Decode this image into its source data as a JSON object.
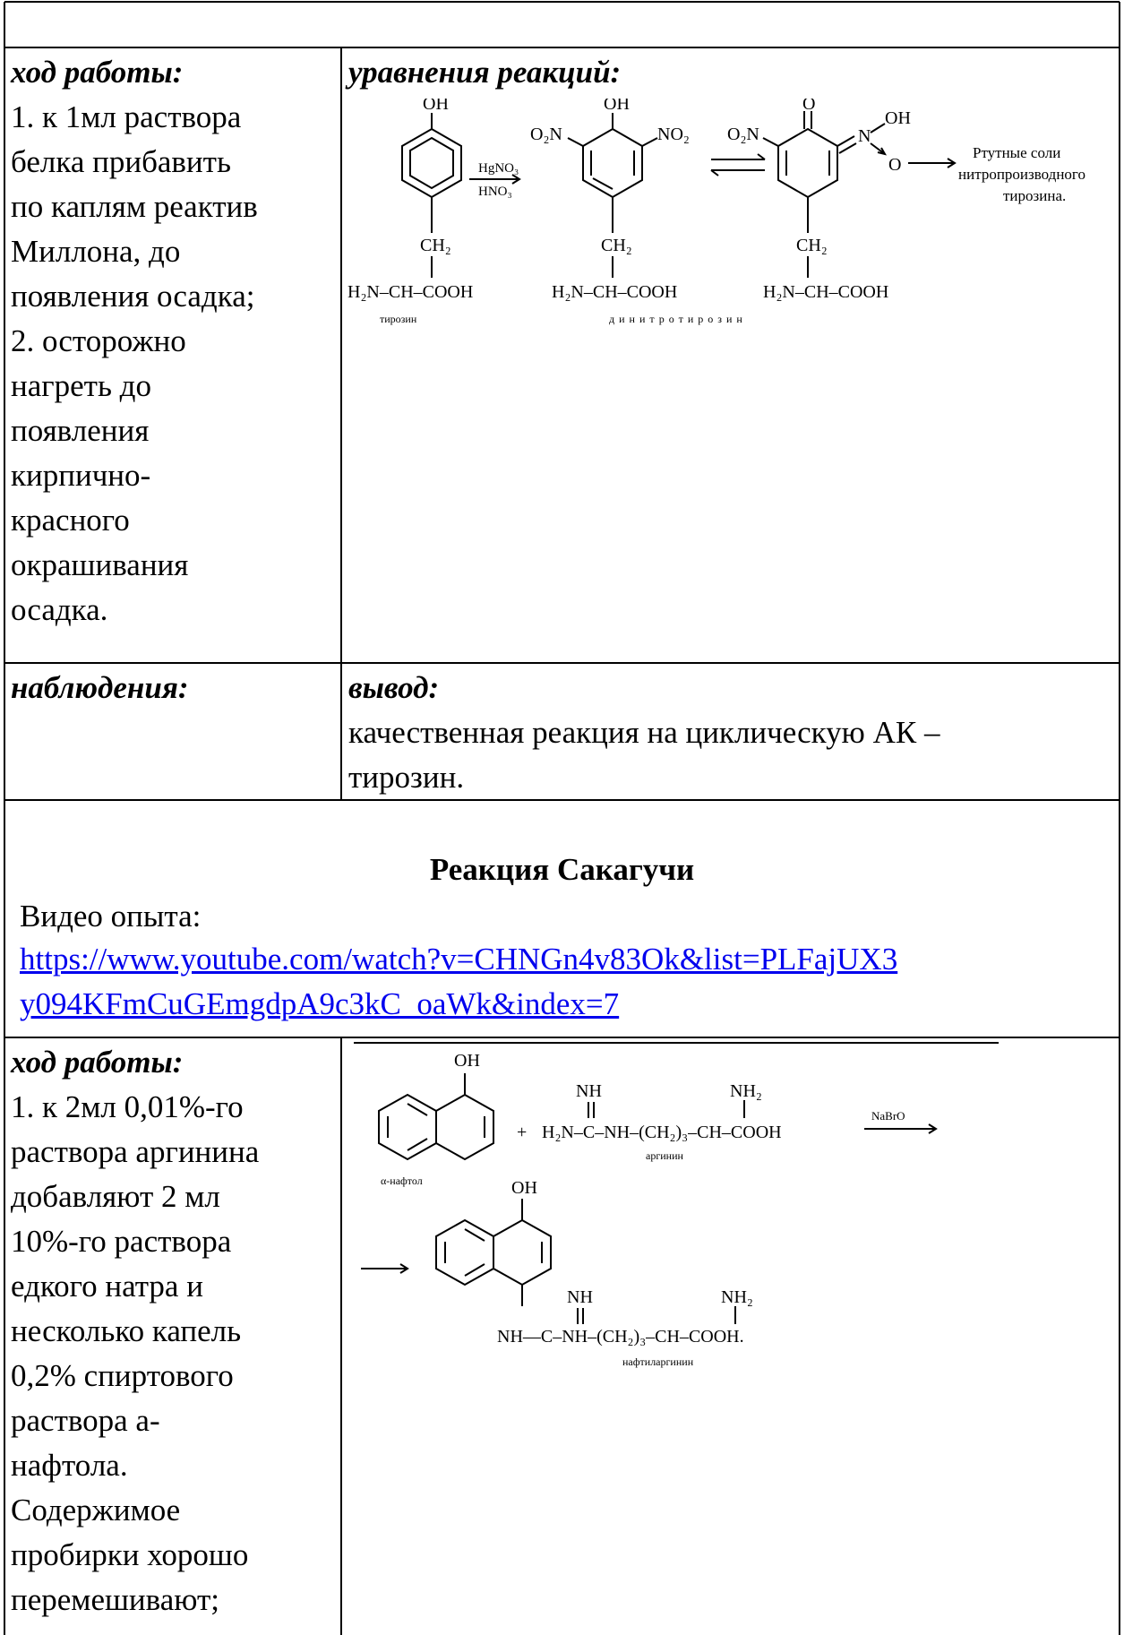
{
  "section1": {
    "left_header": "ход работы:",
    "left_lines": [
      "1. к 1мл раствора",
      "белка прибавить",
      "по каплям реактив",
      "Миллона, до",
      "появления осадка;",
      "2. осторожно",
      "нагреть до",
      "появления",
      "кирпично-",
      "красного",
      "окрашивания",
      "осадка."
    ],
    "right_header": "уравнения реакций:",
    "scheme": {
      "oh": "OH",
      "o": "O",
      "o2n": "O₂N",
      "no2": "NO₂",
      "n": "N",
      "reagent_top": "HgNO₃",
      "reagent_bottom": "HNO₃",
      "ch2": "CH₂",
      "aa": "H₂N–CH–COOH",
      "name_tyrosine": "тирозин",
      "name_dinitro": "динитротирозин",
      "product_line1": "Ртутные соли",
      "product_line2": "нитропроизводного",
      "product_line3": "тирозина."
    }
  },
  "section2": {
    "left_header": "наблюдения:",
    "right_header": "вывод:",
    "conclusion_lines": [
      "качественная реакция на циклическую АК –",
      "тирозин."
    ]
  },
  "section3": {
    "title": "Реакция Сакагучи",
    "video_label": "Видео опыта:",
    "link_lines": [
      "https://www.youtube.com/watch?v=CHNGn4v83Ok&list=PLFajUX3",
      "y094KFmCuGEmgdpA9c3kC_oaWk&index=7"
    ]
  },
  "section4": {
    "left_header": "ход работы:",
    "left_lines": [
      "1. к 2мл 0,01%-го",
      "раствора аргинина",
      "добавляют 2 мл",
      "10%-го раствора",
      "едкого натра и",
      "несколько капель",
      "0,2% спиртового",
      "раствора а-",
      "нафтола.",
      "Содержимое",
      "пробирки хорошо",
      "перемешивают;"
    ],
    "scheme": {
      "oh": "OH",
      "plus": "+",
      "nh": "NH",
      "nh2": "NH₂",
      "arg_chain": "H₂N–C–NH–(CH₂)₃–CH–COOH",
      "reagent": "NaBrO",
      "name_naphthol": "α-нафтол",
      "name_arginine": "аргинин",
      "prod_nh": "NH",
      "prod_nh2": "NH₂",
      "prod_chain": "NH—C–NH–(CH₂)₃–CH–COOH.",
      "name_product": "нафтиларгинин"
    }
  }
}
